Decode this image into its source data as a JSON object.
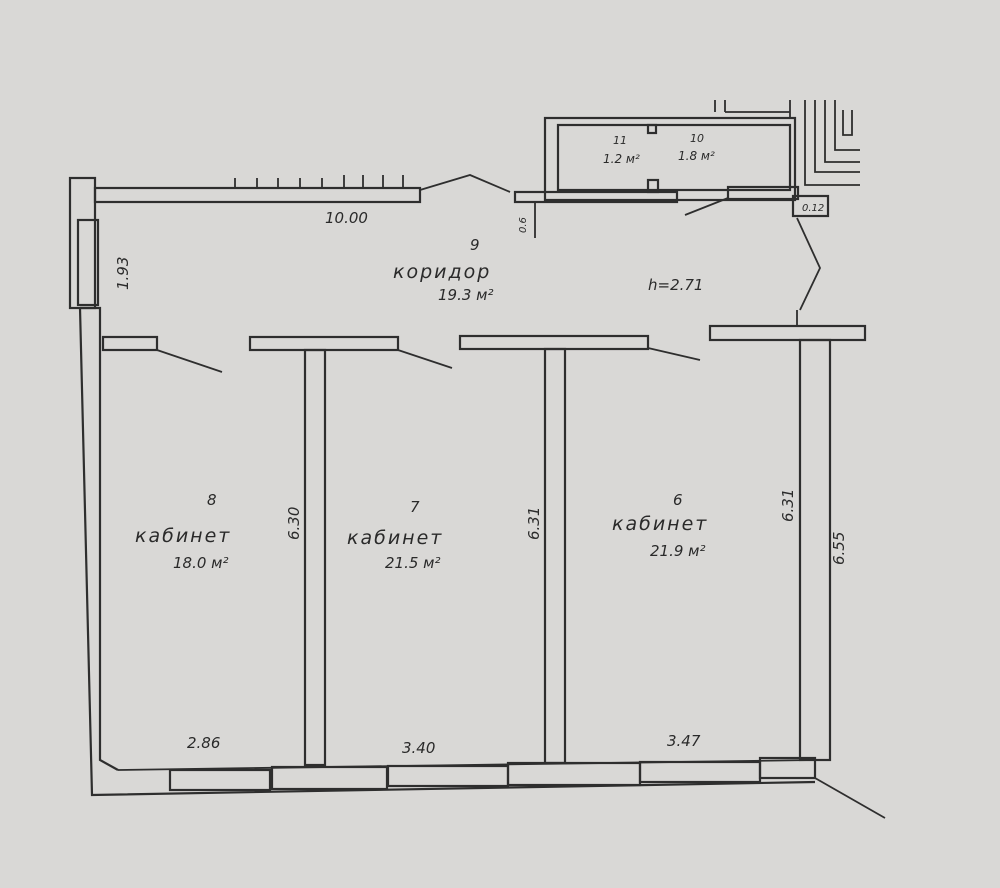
{
  "title": "Floor plan",
  "rooms": [
    {
      "number": "8",
      "name": "кабинет",
      "area": "18.0 м²"
    },
    {
      "number": "7",
      "name": "кабинет",
      "area": "21.5 м²"
    },
    {
      "number": "6",
      "name": "кабинет",
      "area": "21.9 м²"
    },
    {
      "number": "9",
      "name": "коридор",
      "area": "19.3 м²"
    },
    {
      "number": "11",
      "area": "1.2 м²"
    },
    {
      "number": "10",
      "area": "1.8 м²"
    }
  ],
  "dimensions": {
    "corridor_length": "10.00",
    "corridor_width": "1.93",
    "ceiling_height": "h=2.71",
    "niche": "0.6",
    "small": "0.12",
    "room8_depth": "6.30",
    "room7_depth": "6.31",
    "room6_depth": "6.31",
    "right_wall": "6.55",
    "room8_width": "2.86",
    "room7_width": "3.40",
    "room6_width": "3.47"
  }
}
